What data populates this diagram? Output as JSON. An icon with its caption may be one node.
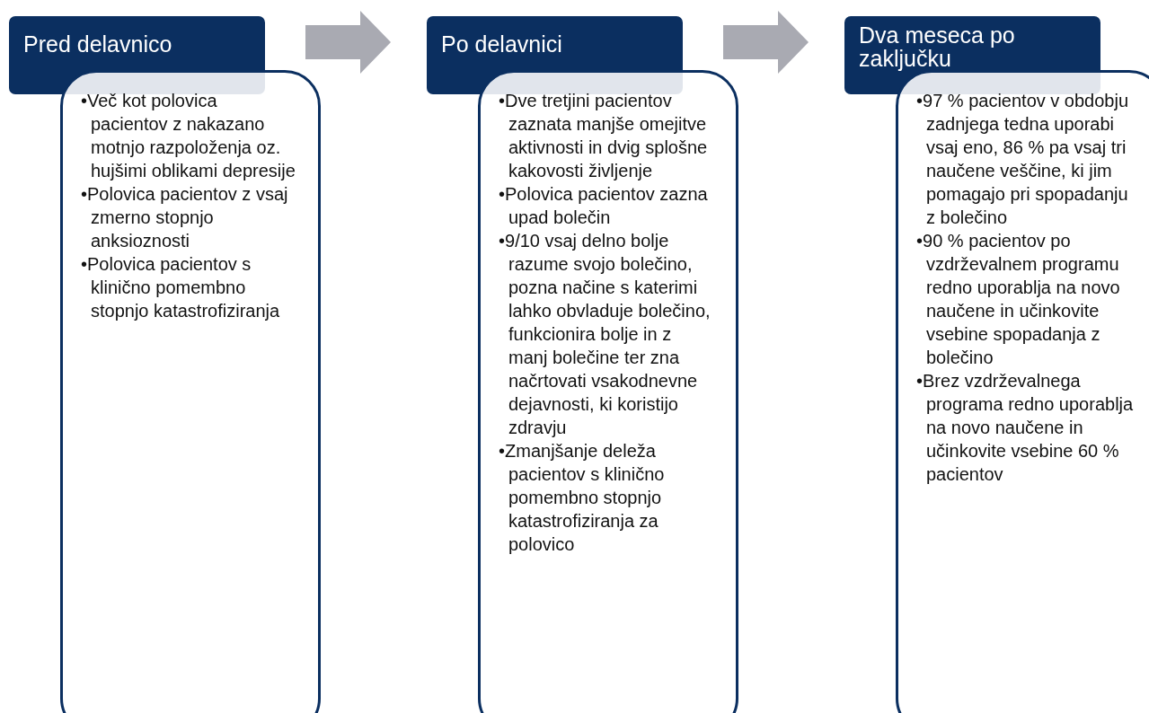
{
  "diagram": {
    "nodes": [
      {
        "text": [
          "Pred delavnico"
        ]
      },
      {
        "text": [
          "•Več kot polovica pacientov z nakazano motnjo razpoloženja oz. hujšimi oblikami depresije",
          "•Polovica pacientov z vsaj zmerno stopnjo anksioznosti",
          "•Polovica pacientov s klinično pomembno stopnjo katastrofiziranja"
        ]
      },
      {
        "text": [
          "Po delavnici"
        ]
      },
      {
        "text": [
          "•Dve tretjini pacientov zaznata manjše omejitve aktivnosti in dvig splošne kakovosti življenje",
          "•Polovica pacientov zazna upad bolečin",
          "•9/10 vsaj delno bolje razume svojo bolečino, pozna načine s katerimi lahko obvladuje bolečino, funkcionira bolje in z manj bolečine ter zna načrtovati vsakodnevne dejavnosti, ki koristijo zdravju",
          "•Zmanjšanje deleža pacientov s klinično pomembno stopnjo katastrofiziranja za polovico"
        ]
      },
      {
        "text": [
          "Dva meseca po zaključku"
        ]
      },
      {
        "text": [
          "•97 % pacientov v obdobju zadnjega tedna uporabi vsaj eno, 86 % pa vsaj tri naučene veščine, ki jim pomagajo pri spopadanju z bolečino",
          "•90 % pacientov po vzdrževalnem programu redno uporablja na novo naučene in učinkovite vsebine spopadanja z bolečino",
          "•Brez vzdrževalnega programa redno uporablja na novo naučene in učinkovite vsebine 60 % pacientov"
        ]
      }
    ],
    "edges": [
      {
        "from": 0,
        "to": 2,
        "arrow": "to",
        "style": "thick"
      },
      {
        "from": 2,
        "to": 4,
        "arrow": "to",
        "style": "thick"
      }
    ]
  }
}
